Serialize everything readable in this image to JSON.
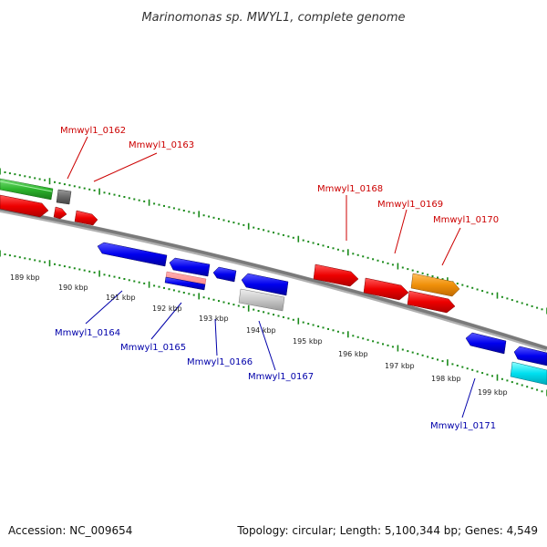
{
  "title": "Marinomonas sp. MWYL1, complete genome",
  "footer": {
    "accession": "Accession: NC_009654",
    "summary": "Topology: circular; Length: 5,100,344 bp; Genes: 4,549"
  },
  "colors": {
    "forward_strand": "#e00000",
    "reverse_strand": "#0000dd",
    "green_track": "#2db52d",
    "orange_gene": "#f0900a",
    "cyan_gene": "#00e0f0",
    "grey_gene": "#c8c8c8",
    "backbone": "#7a7a7a",
    "tick": "#1a8a1a",
    "label_forward": "#cc0000",
    "label_reverse": "#0000aa"
  },
  "scale": {
    "ticks": [
      {
        "label": "189 kbp"
      },
      {
        "label": "190 kbp"
      },
      {
        "label": "191 kbp"
      },
      {
        "label": "192 kbp"
      },
      {
        "label": "193 kbp"
      },
      {
        "label": "194 kbp"
      },
      {
        "label": "195 kbp"
      },
      {
        "label": "196 kbp"
      },
      {
        "label": "197 kbp"
      },
      {
        "label": "198 kbp"
      },
      {
        "label": "199 kbp"
      }
    ]
  },
  "genes_forward": [
    {
      "label": "Mmwyl1_0162",
      "color": "grey"
    },
    {
      "label": "Mmwyl1_0163",
      "color": "red"
    },
    {
      "label": "Mmwyl1_0168",
      "color": "red"
    },
    {
      "label": "Mmwyl1_0169",
      "color": "red"
    },
    {
      "label": "Mmwyl1_0170",
      "color": "orange"
    }
  ],
  "genes_reverse": [
    {
      "label": "Mmwyl1_0164",
      "color": "blue"
    },
    {
      "label": "Mmwyl1_0165",
      "color": "blue"
    },
    {
      "label": "Mmwyl1_0166",
      "color": "blue"
    },
    {
      "label": "Mmwyl1_0167",
      "color": "blue"
    },
    {
      "label": "Mmwyl1_0171",
      "color": "cyan"
    }
  ]
}
